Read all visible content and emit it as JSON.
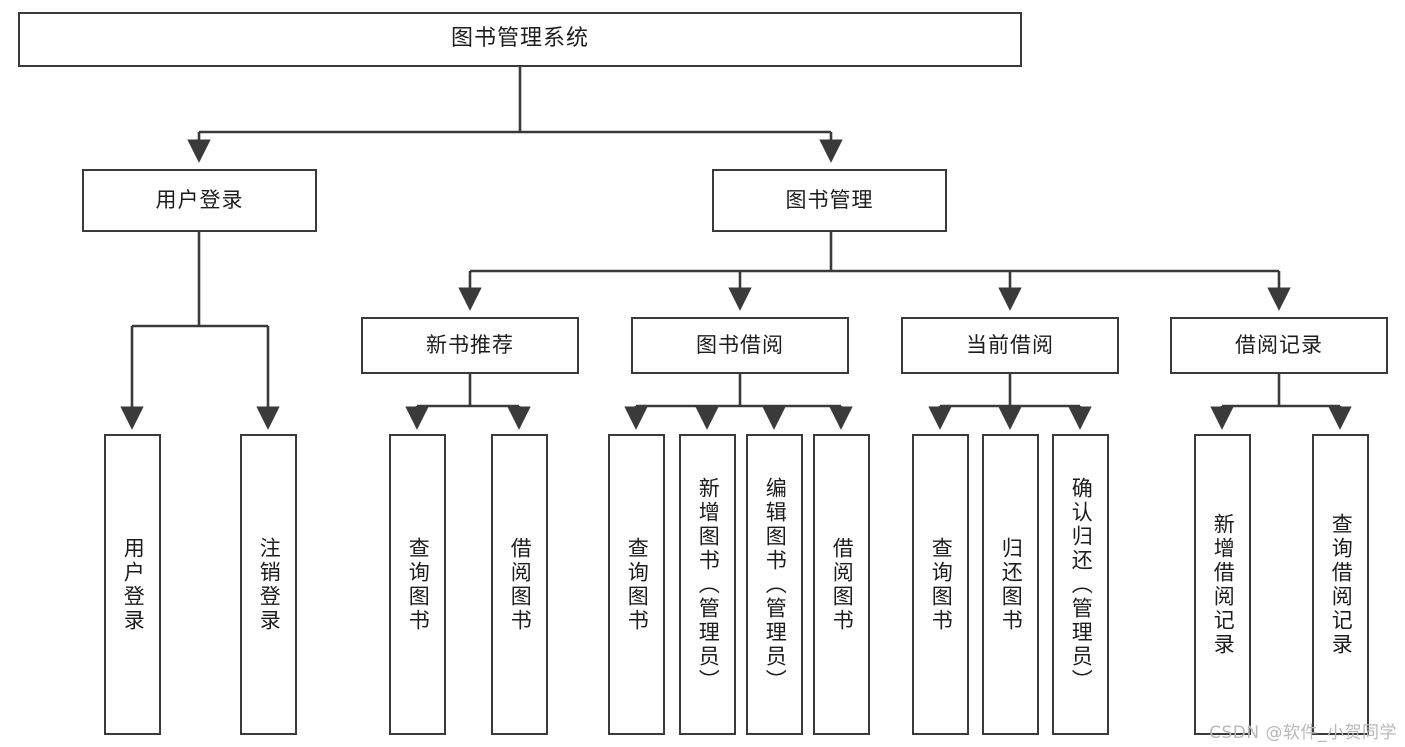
{
  "diagram": {
    "title": "图书管理系统",
    "type": "hierarchy-tree",
    "watermark": "CSDN @软件_小贺同学",
    "stroke_color": "#3a3a3a",
    "text_color": "#1d1d1d",
    "background": "#ffffff"
  },
  "nodes": {
    "root": {
      "label": "图书管理系统"
    },
    "level2": [
      {
        "label": "用户登录"
      },
      {
        "label": "图书管理"
      }
    ],
    "level3": [
      {
        "label": "新书推荐"
      },
      {
        "label": "图书借阅"
      },
      {
        "label": "当前借阅"
      },
      {
        "label": "借阅记录"
      }
    ],
    "leaves": {
      "user_login": [
        {
          "label": "用户登录"
        },
        {
          "label": "注销登录"
        }
      ],
      "new_book": [
        {
          "label": "查询图书"
        },
        {
          "label": "借阅图书"
        }
      ],
      "book_borrow": [
        {
          "label": "查询图书"
        },
        {
          "label": "新增图书（管理员）"
        },
        {
          "label": "编辑图书（管理员）"
        },
        {
          "label": "借阅图书"
        }
      ],
      "current_borrow": [
        {
          "label": "查询图书"
        },
        {
          "label": "归还图书"
        },
        {
          "label": "确认归还（管理员）"
        }
      ],
      "borrow_record": [
        {
          "label": "新增借阅记录"
        },
        {
          "label": "查询借阅记录"
        }
      ]
    }
  }
}
